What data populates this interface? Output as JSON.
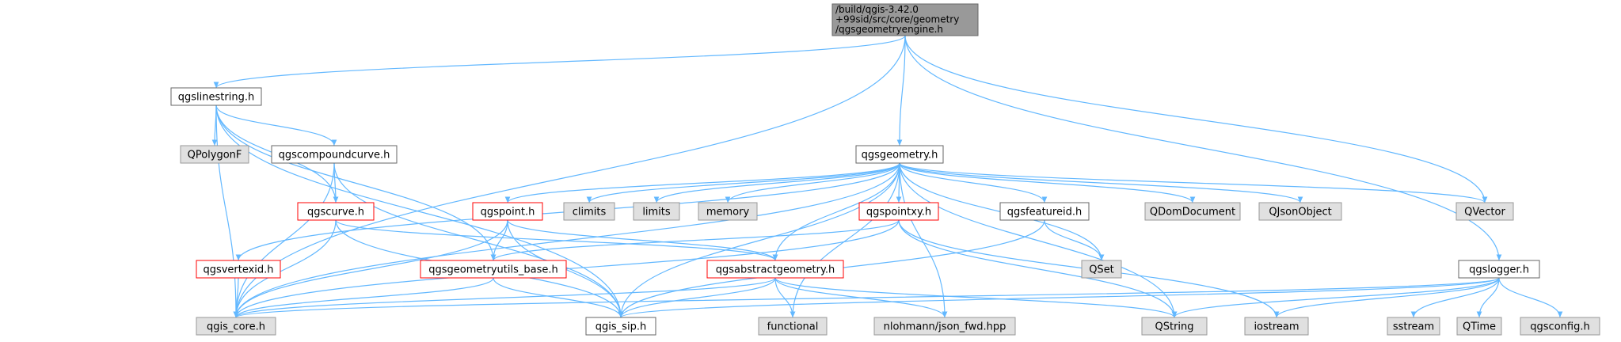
{
  "graph": {
    "root": {
      "id": "root",
      "lines": [
        "/build/qgis-3.42.0",
        "+99sid/src/core/geometry",
        "/qgsgeometryengine.h"
      ]
    },
    "nodes": [
      {
        "id": "qgslinestring",
        "label": "qgslinestring.h",
        "style": "normal"
      },
      {
        "id": "qgsgeometry",
        "label": "qgsgeometry.h",
        "style": "normal"
      },
      {
        "id": "qgslogger",
        "label": "qgslogger.h",
        "style": "normal"
      },
      {
        "id": "QVector",
        "label": "QVector",
        "style": "external"
      },
      {
        "id": "qgis_core",
        "label": "qgis_core.h",
        "style": "external"
      },
      {
        "id": "QPolygonF",
        "label": "QPolygonF",
        "style": "external"
      },
      {
        "id": "qgscompoundcurve",
        "label": "qgscompoundcurve.h",
        "style": "normal"
      },
      {
        "id": "qgscurve",
        "label": "qgscurve.h",
        "style": "red"
      },
      {
        "id": "qgsgeometryutils_base",
        "label": "qgsgeometryutils_base.h",
        "style": "red"
      },
      {
        "id": "qgis_sip",
        "label": "qgis_sip.h",
        "style": "normal"
      },
      {
        "id": "qgsvertexid",
        "label": "qgsvertexid.h",
        "style": "red"
      },
      {
        "id": "qgspoint",
        "label": "qgspoint.h",
        "style": "red"
      },
      {
        "id": "climits",
        "label": "climits",
        "style": "external"
      },
      {
        "id": "limits",
        "label": "limits",
        "style": "external"
      },
      {
        "id": "memory",
        "label": "memory",
        "style": "external"
      },
      {
        "id": "qgspointxy",
        "label": "qgspointxy.h",
        "style": "red"
      },
      {
        "id": "qgsabstractgeometry",
        "label": "qgsabstractgeometry.h",
        "style": "red"
      },
      {
        "id": "qgsfeatureid",
        "label": "qgsfeatureid.h",
        "style": "normal"
      },
      {
        "id": "QDomDocument",
        "label": "QDomDocument",
        "style": "external"
      },
      {
        "id": "QJsonObject",
        "label": "QJsonObject",
        "style": "external"
      },
      {
        "id": "QSet",
        "label": "QSet",
        "style": "external"
      },
      {
        "id": "functional",
        "label": "functional",
        "style": "external"
      },
      {
        "id": "nlohmann",
        "label": "nlohmann/json_fwd.hpp",
        "style": "external"
      },
      {
        "id": "QString",
        "label": "QString",
        "style": "external"
      },
      {
        "id": "iostream",
        "label": "iostream",
        "style": "external"
      },
      {
        "id": "sstream",
        "label": "sstream",
        "style": "external"
      },
      {
        "id": "QTime",
        "label": "QTime",
        "style": "external"
      },
      {
        "id": "qgsconfig",
        "label": "qgsconfig.h",
        "style": "external"
      }
    ],
    "edges": [
      [
        "root",
        "qgslinestring"
      ],
      [
        "root",
        "qgis_core"
      ],
      [
        "root",
        "qgsgeometry"
      ],
      [
        "root",
        "QVector"
      ],
      [
        "root",
        "qgslogger"
      ],
      [
        "qgslinestring",
        "qgis_core"
      ],
      [
        "qgslinestring",
        "QPolygonF"
      ],
      [
        "qgslinestring",
        "qgscompoundcurve"
      ],
      [
        "qgslinestring",
        "qgscurve"
      ],
      [
        "qgslinestring",
        "qgsgeometryutils_base"
      ],
      [
        "qgslinestring",
        "qgis_sip"
      ],
      [
        "qgscompoundcurve",
        "qgscurve"
      ],
      [
        "qgscompoundcurve",
        "qgis_core"
      ],
      [
        "qgscompoundcurve",
        "qgis_sip"
      ],
      [
        "qgscurve",
        "qgsabstractgeometry"
      ],
      [
        "qgscurve",
        "qgis_core"
      ],
      [
        "qgscurve",
        "qgis_sip"
      ],
      [
        "qgsgeometry",
        "qgspoint"
      ],
      [
        "qgsgeometry",
        "climits"
      ],
      [
        "qgsgeometry",
        "limits"
      ],
      [
        "qgsgeometry",
        "memory"
      ],
      [
        "qgsgeometry",
        "qgspointxy"
      ],
      [
        "qgsgeometry",
        "qgsfeatureid"
      ],
      [
        "qgsgeometry",
        "QDomDocument"
      ],
      [
        "qgsgeometry",
        "QJsonObject"
      ],
      [
        "qgsgeometry",
        "QVector"
      ],
      [
        "qgsgeometry",
        "QSet"
      ],
      [
        "qgsgeometry",
        "qgsabstractgeometry"
      ],
      [
        "qgsgeometry",
        "qgsvertexid"
      ],
      [
        "qgsgeometry",
        "qgis_core"
      ],
      [
        "qgsgeometry",
        "qgis_sip"
      ],
      [
        "qgsgeometry",
        "functional"
      ],
      [
        "qgsgeometry",
        "QString"
      ],
      [
        "qgsgeometry",
        "nlohmann"
      ],
      [
        "qgspoint",
        "qgsgeometryutils_base"
      ],
      [
        "qgspoint",
        "qgsabstractgeometry"
      ],
      [
        "qgspoint",
        "qgis_core"
      ],
      [
        "qgspoint",
        "qgis_sip"
      ],
      [
        "qgspointxy",
        "qgsgeometryutils_base"
      ],
      [
        "qgspointxy",
        "qgis_core"
      ],
      [
        "qgspointxy",
        "QString"
      ],
      [
        "qgspointxy",
        "iostream"
      ],
      [
        "qgsfeatureid",
        "QSet"
      ],
      [
        "qgsfeatureid",
        "qgis_sip"
      ],
      [
        "qgsvertexid",
        "qgis_core"
      ],
      [
        "qgsgeometryutils_base",
        "qgis_core"
      ],
      [
        "qgsgeometryutils_base",
        "qgis_sip"
      ],
      [
        "qgsabstractgeometry",
        "qgis_core"
      ],
      [
        "qgsabstractgeometry",
        "qgis_sip"
      ],
      [
        "qgsabstractgeometry",
        "functional"
      ],
      [
        "qgsabstractgeometry",
        "nlohmann"
      ],
      [
        "qgsabstractgeometry",
        "QString"
      ],
      [
        "qgslogger",
        "qgis_core"
      ],
      [
        "qgslogger",
        "qgis_sip"
      ],
      [
        "qgslogger",
        "iostream"
      ],
      [
        "qgslogger",
        "sstream"
      ],
      [
        "qgslogger",
        "QString"
      ],
      [
        "qgslogger",
        "QTime"
      ],
      [
        "qgslogger",
        "qgsconfig"
      ]
    ],
    "colors": {
      "edge": "#63b8ff",
      "root_fill": "#999999",
      "root_border": "#666666",
      "normal_fill": "#ffffff",
      "normal_border": "#666666",
      "external_fill": "#e0e0e0",
      "external_border": "#999999",
      "red_fill": "#ffffff",
      "red_border": "#ff0000"
    }
  }
}
